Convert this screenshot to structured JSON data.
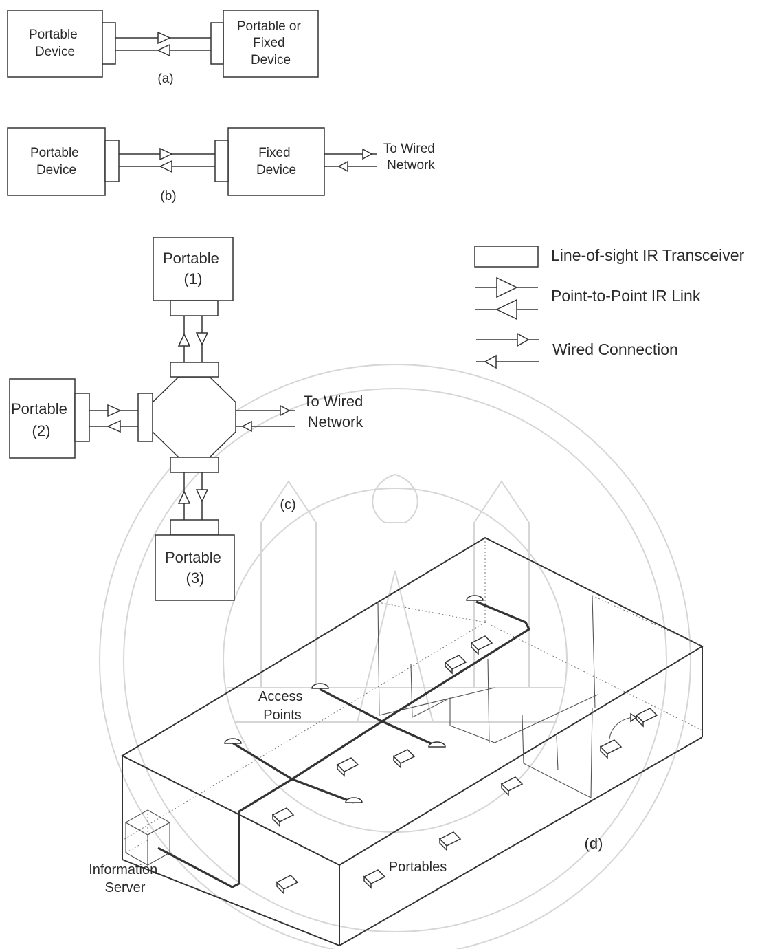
{
  "diagram_a": {
    "left_device": [
      "Portable",
      "Device"
    ],
    "right_device": [
      "Portable or",
      "Fixed",
      "Device"
    ],
    "caption": "(a)"
  },
  "diagram_b": {
    "left_device": [
      "Portable",
      "Device"
    ],
    "right_device": [
      "Fixed",
      "Device"
    ],
    "wired_label": [
      "To  Wired",
      "Network"
    ],
    "caption": "(b)"
  },
  "diagram_c": {
    "portable_1": [
      "Portable",
      "(1)"
    ],
    "portable_2": [
      "Portable",
      "(2)"
    ],
    "portable_3": [
      "Portable",
      "(3)"
    ],
    "wired_label": [
      "To Wired",
      "Network"
    ],
    "caption": "(c)"
  },
  "legend": {
    "transceiver": "Line-of-sight IR Transceiver",
    "ir_link": "Point-to-Point IR Link",
    "wired": "Wired Connection"
  },
  "diagram_d": {
    "access_points": [
      "Access",
      "Points"
    ],
    "information_server": [
      "Information",
      "Server"
    ],
    "portables": "Portables",
    "caption": "(d)"
  }
}
